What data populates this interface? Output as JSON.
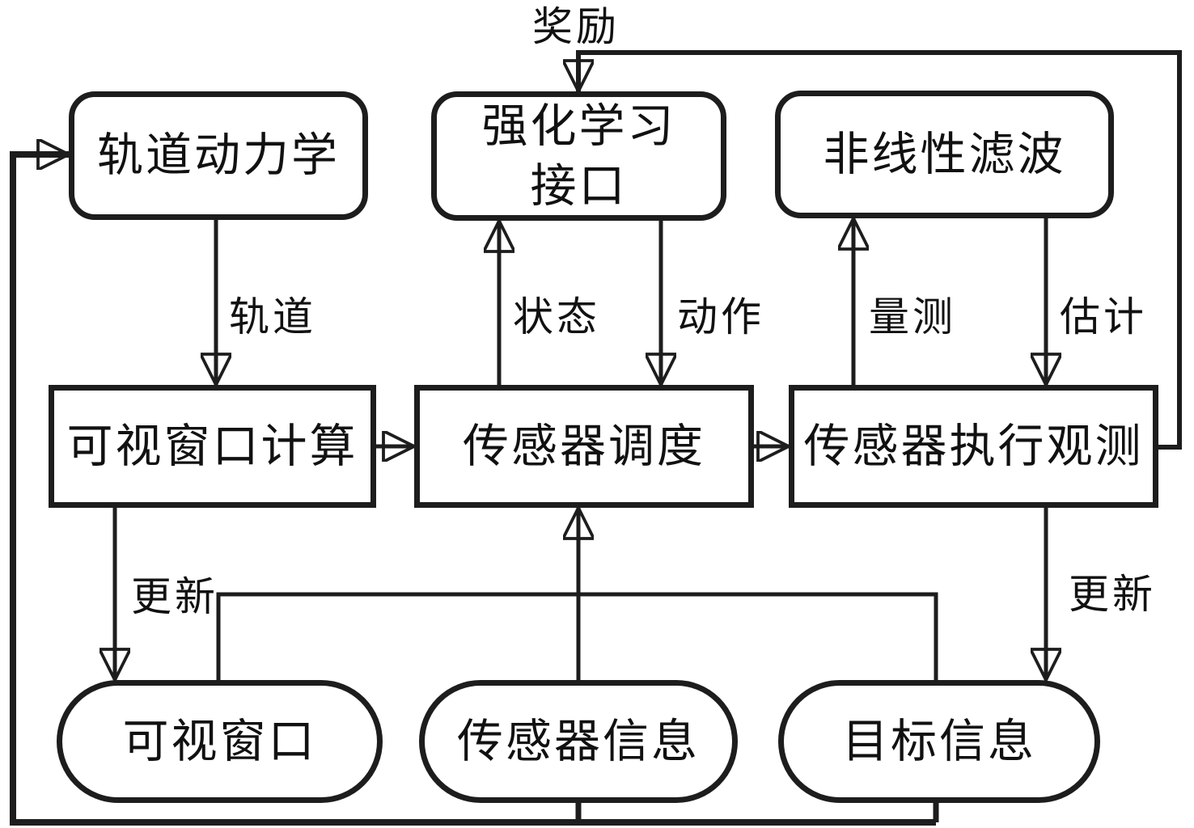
{
  "diagram": {
    "colors": {
      "line": "#1d1d1d",
      "background": "#ffffff",
      "text": "#111111"
    },
    "nodes": [
      {
        "id": "orbit-dynamics",
        "label": "轨道动力学",
        "shape": "rounded"
      },
      {
        "id": "rl-interface",
        "label": "强化学习",
        "label2": "接口",
        "shape": "rounded"
      },
      {
        "id": "nonlinear-filter",
        "label": "非线性滤波",
        "shape": "rounded"
      },
      {
        "id": "visible-window-calc",
        "label": "可视窗口计算",
        "shape": "rect"
      },
      {
        "id": "sensor-scheduling",
        "label": "传感器调度",
        "shape": "rect"
      },
      {
        "id": "sensor-observe",
        "label": "传感器执行观测",
        "shape": "rect"
      },
      {
        "id": "visible-window",
        "label": "可视窗口",
        "shape": "stadium"
      },
      {
        "id": "sensor-info",
        "label": "传感器信息",
        "shape": "stadium"
      },
      {
        "id": "target-info",
        "label": "目标信息",
        "shape": "stadium"
      }
    ],
    "edge_labels": [
      {
        "id": "reward",
        "label": "奖励"
      },
      {
        "id": "orbit",
        "label": "轨道"
      },
      {
        "id": "state",
        "label": "状态"
      },
      {
        "id": "action",
        "label": "动作"
      },
      {
        "id": "measurement",
        "label": "量测"
      },
      {
        "id": "estimate",
        "label": "估计"
      },
      {
        "id": "update-left",
        "label": "更新"
      },
      {
        "id": "update-right",
        "label": "更新"
      }
    ]
  }
}
